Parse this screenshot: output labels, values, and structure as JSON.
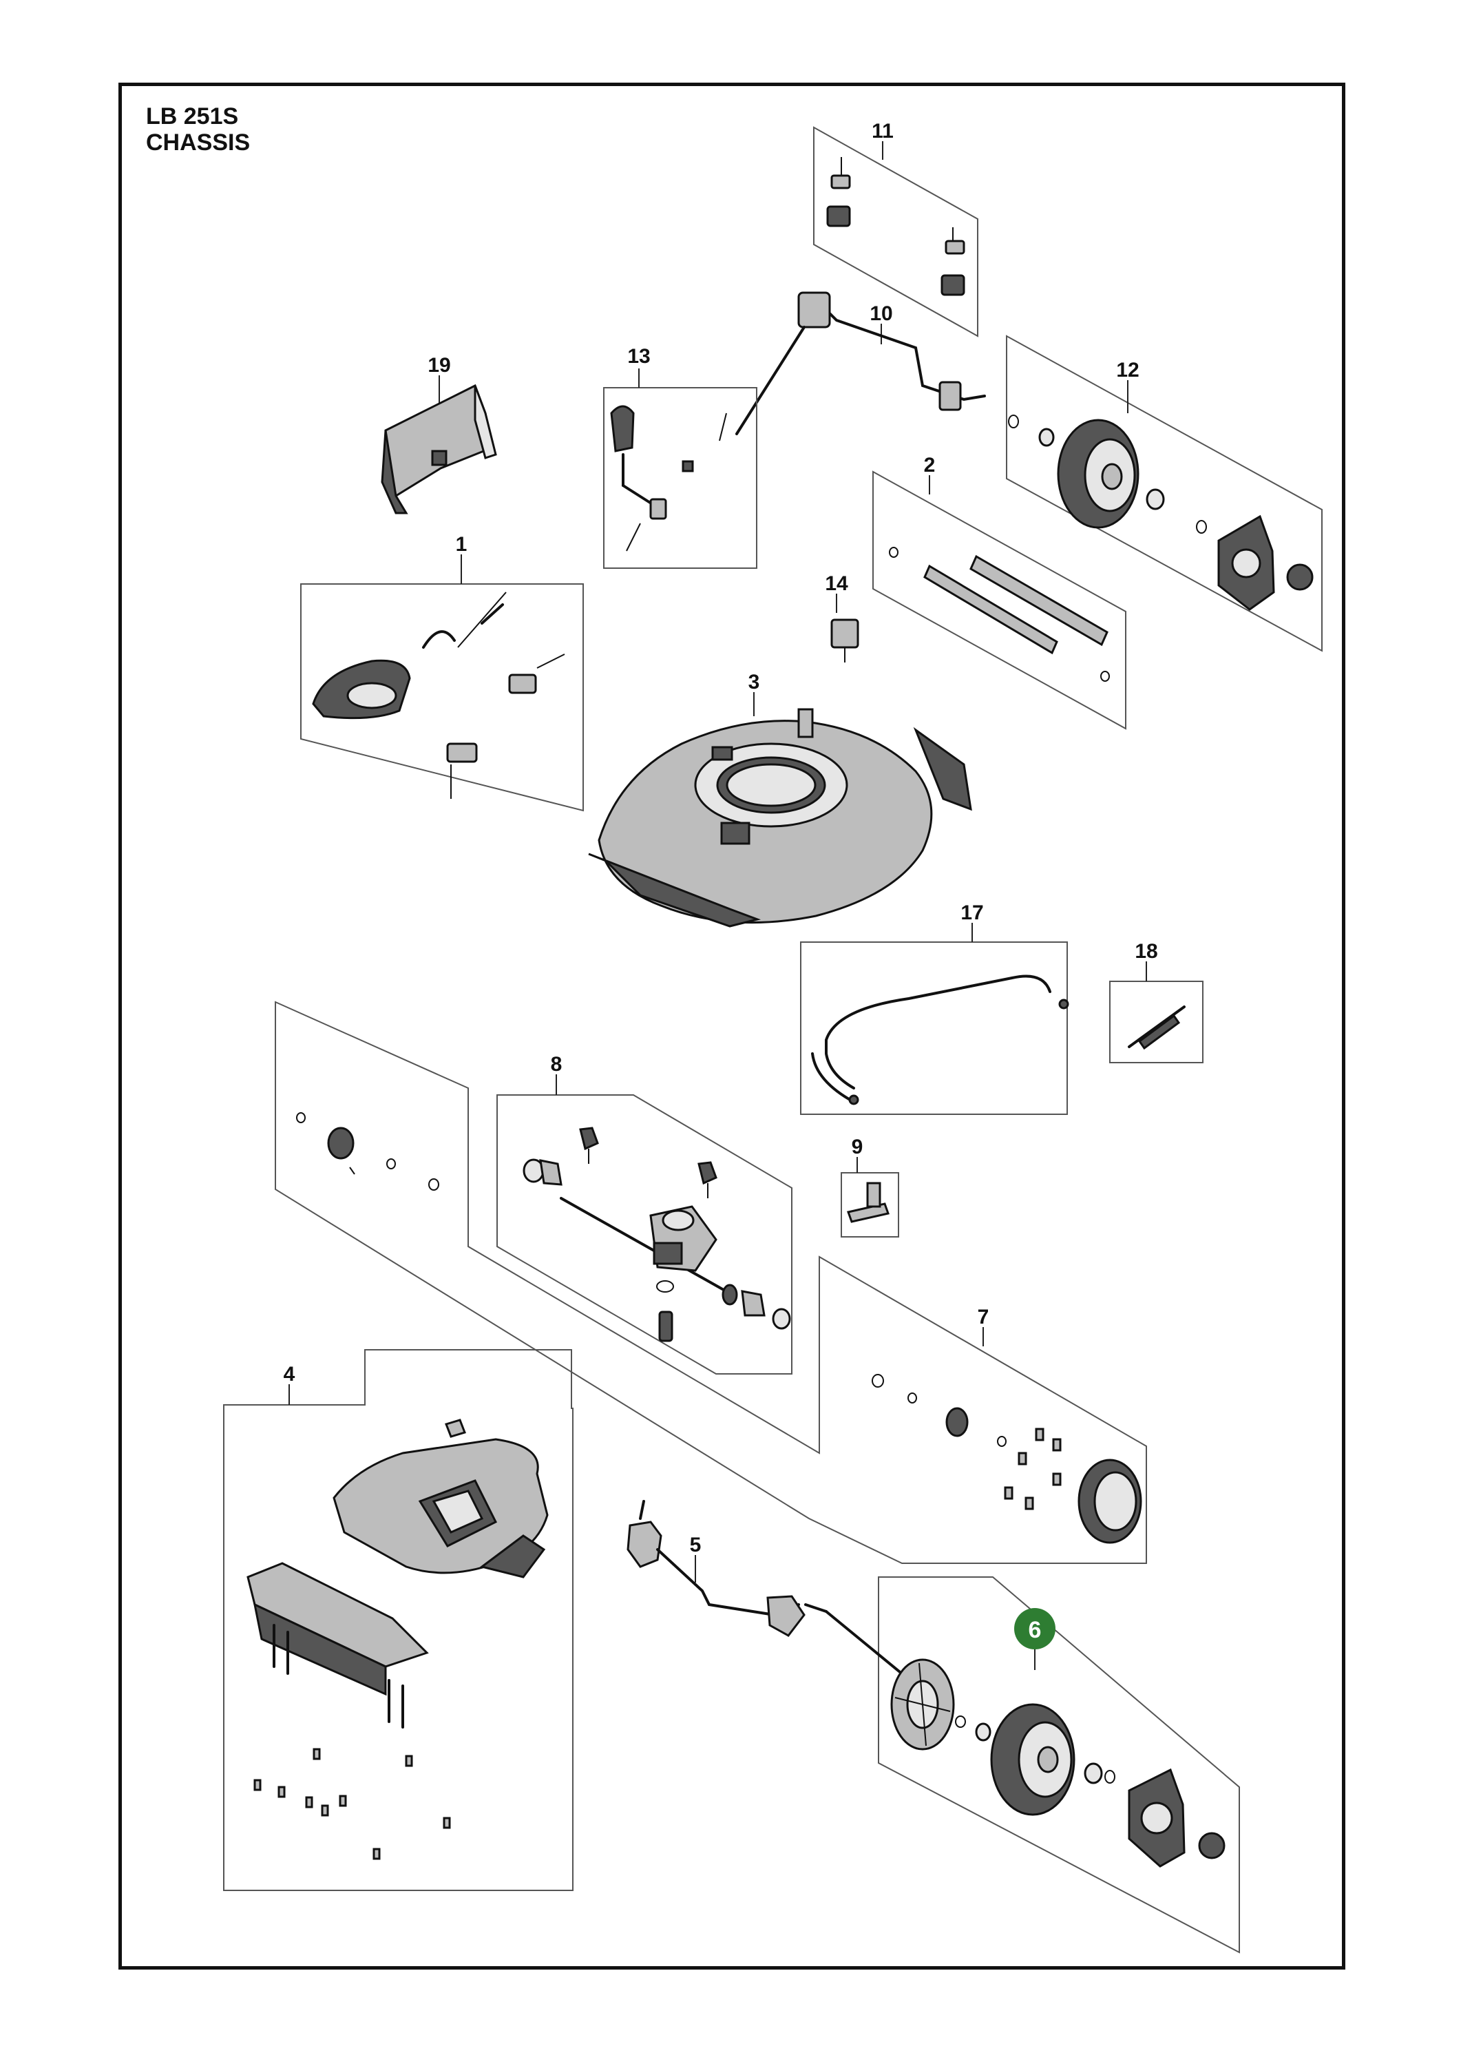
{
  "header": {
    "model": "LB 251S",
    "section": "CHASSIS"
  },
  "callouts": [
    "1",
    "2",
    "3",
    "4",
    "5",
    "6",
    "7",
    "8",
    "9",
    "10",
    "11",
    "12",
    "13",
    "14",
    "17",
    "18",
    "19"
  ],
  "highlight": {
    "label": "6",
    "color": "#2e7d32"
  },
  "colors": {
    "frame": "#111111",
    "parts": "#bdbdbd"
  }
}
